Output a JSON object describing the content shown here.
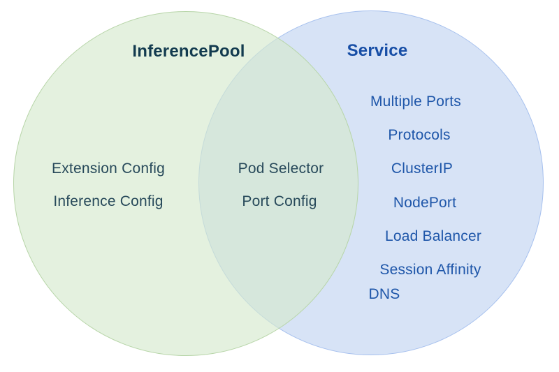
{
  "diagram": {
    "type": "venn",
    "background": "#ffffff",
    "left_circle": {
      "title": "InferencePool",
      "fill": "#e4f1df",
      "border_color": "#b7d5a8",
      "title_color": "#133b4f",
      "item_color": "#27495a",
      "items": [
        "Extension Config",
        "Inference Config"
      ]
    },
    "right_circle": {
      "title": "Service",
      "fill": "#d7e3f6",
      "border_color": "#a6c0ee",
      "title_color": "#174ea6",
      "item_color": "#1e56a9",
      "items": [
        "Multiple Ports",
        "Protocols",
        "ClusterIP",
        "NodePort",
        "Load Balancer",
        "Session Affinity",
        "DNS"
      ]
    },
    "intersection": {
      "fill": "#d6e7dd",
      "item_color": "#27495a",
      "items": [
        "Pod Selector",
        "Port Config"
      ]
    }
  }
}
